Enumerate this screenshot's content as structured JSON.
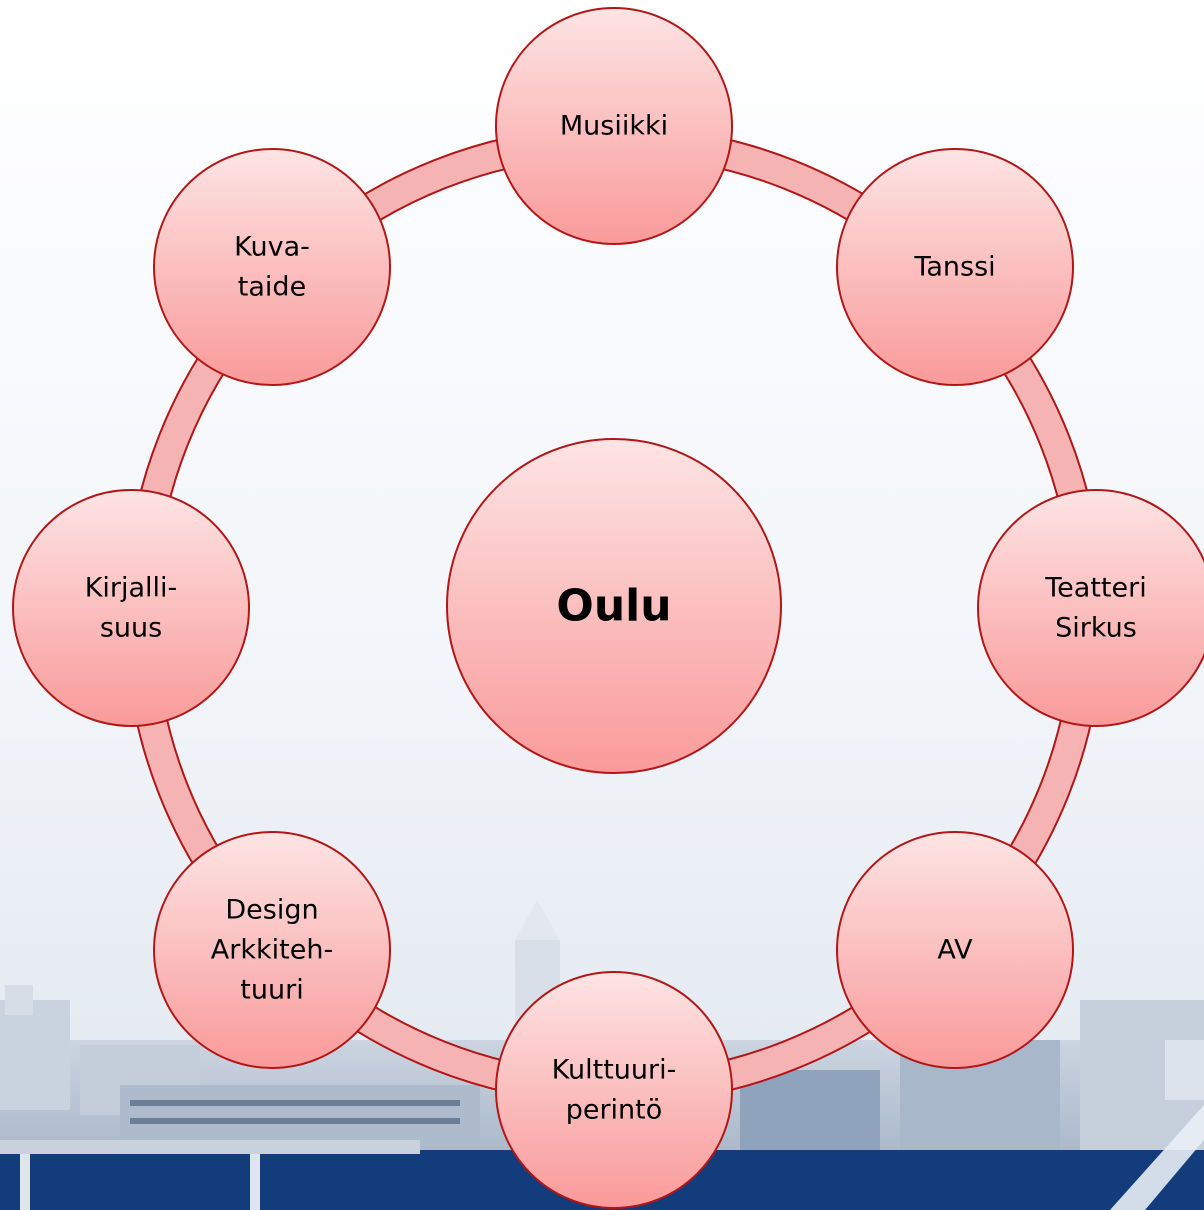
{
  "diagram": {
    "type": "radial-cycle",
    "center": {
      "label": "Oulu"
    },
    "nodes": [
      {
        "id": "musiikki",
        "lines": [
          "Musiikki"
        ]
      },
      {
        "id": "tanssi",
        "lines": [
          "Tanssi"
        ]
      },
      {
        "id": "teatteri-sirkus",
        "lines": [
          "Teatteri",
          "Sirkus"
        ]
      },
      {
        "id": "av",
        "lines": [
          "AV"
        ]
      },
      {
        "id": "kulttuuriperinto",
        "lines": [
          "Kulttuuri-",
          "perintö"
        ]
      },
      {
        "id": "design-arkkitehtuuri",
        "lines": [
          "Design",
          "Arkkiteh-",
          "tuuri"
        ]
      },
      {
        "id": "kirjallisuus",
        "lines": [
          "Kirjalli-",
          "suus"
        ]
      },
      {
        "id": "kuvataide",
        "lines": [
          "Kuva-",
          "taide"
        ]
      }
    ]
  },
  "colors": {
    "node_fill_top": "#fde4e4",
    "node_fill_bottom": "#f99a9a",
    "node_stroke": "#b31616",
    "ring_fill": "#f5b3b3",
    "sky_top": "#ffffff",
    "sky_bottom": "#e6ecf3",
    "water": "#123c7c",
    "city": "#9fb0c6"
  }
}
